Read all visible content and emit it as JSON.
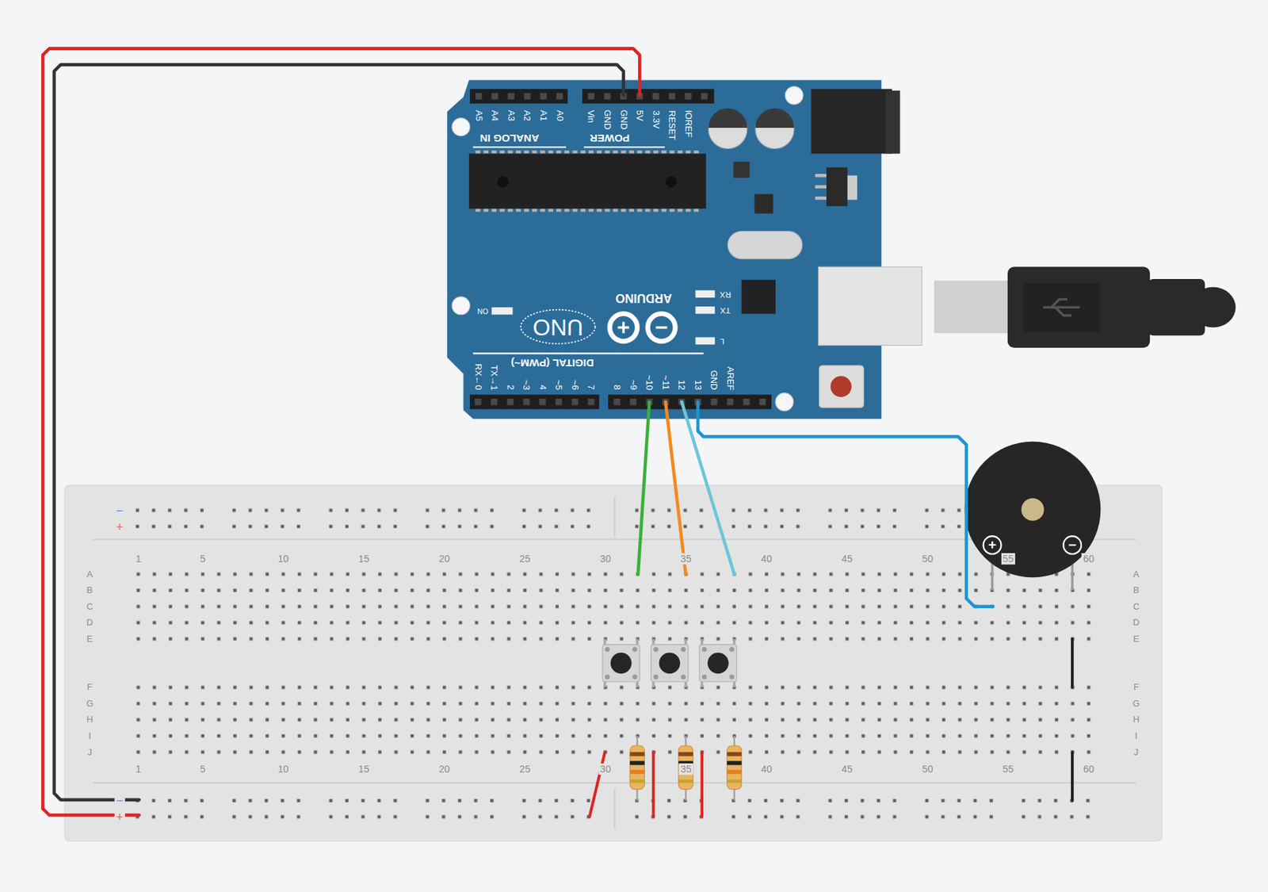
{
  "diagram": {
    "nodes": [
      {
        "text": [
          "A5",
          "A4",
          "A3",
          "A2",
          "A1",
          "A0",
          "ANALOG IN",
          "Vin",
          "GND",
          "GND",
          "5V",
          "3.3V",
          "RESET",
          "IOREF",
          "POWER",
          "ARDUINO",
          "UNO",
          "ON",
          "RX",
          "TX",
          "L",
          "DIGITAL (PWM~)",
          "AREF",
          "GND",
          "13",
          "12",
          "~11",
          "~10",
          "~9",
          "8",
          "7",
          "~6",
          "~5",
          "4",
          "~3",
          "2",
          "TX→1",
          "RX←0"
        ]
      },
      {
        "text": [
          "−",
          "+",
          "1",
          "5",
          "10",
          "15",
          "20",
          "25",
          "30",
          "35",
          "40",
          "45",
          "50",
          "55",
          "60",
          "A",
          "A",
          "B",
          "B",
          "C",
          "C",
          "D",
          "D",
          "E",
          "E",
          "F",
          "F",
          "G",
          "G",
          "H",
          "H",
          "I",
          "I",
          "J",
          "J",
          "1",
          "5",
          "10",
          "15",
          "20",
          "25",
          "30",
          "35",
          "40",
          "45",
          "50",
          "55",
          "60",
          "−",
          "+"
        ]
      },
      {
        "text": [
          "+",
          "−"
        ]
      }
    ],
    "edges": [
      {
        "from": 0,
        "to": 1,
        "arrow": "none"
      },
      {
        "from": 0,
        "to": 1,
        "arrow": "none"
      },
      {
        "from": 0,
        "to": 1,
        "arrow": "none"
      },
      {
        "from": 0,
        "to": 1,
        "arrow": "none"
      },
      {
        "from": 0,
        "to": 1,
        "arrow": "none"
      },
      {
        "from": 0,
        "to": 1,
        "arrow": "none"
      }
    ]
  }
}
